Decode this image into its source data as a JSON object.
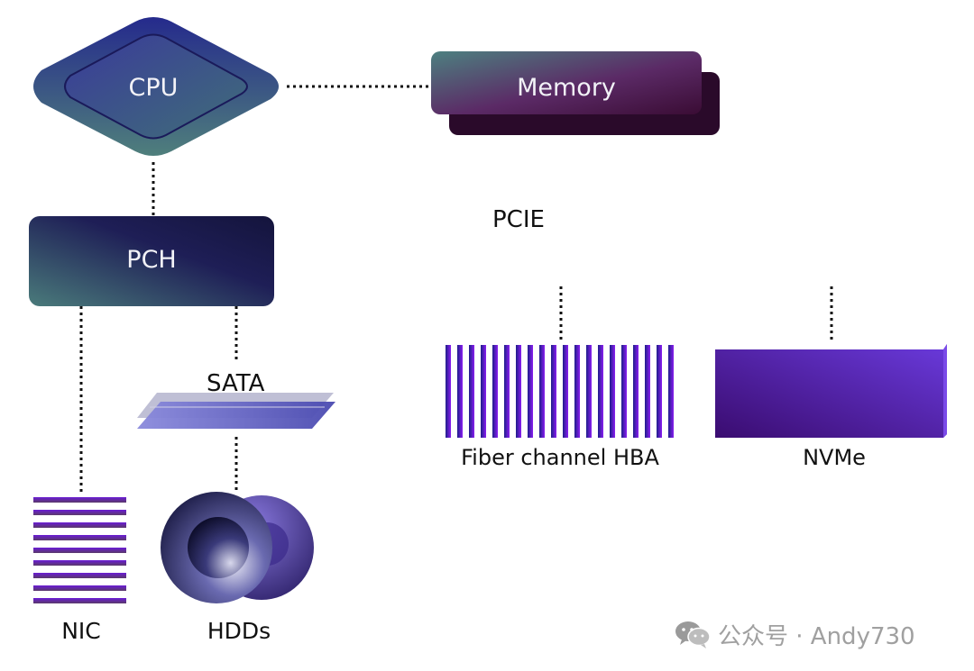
{
  "nodes": {
    "cpu": "CPU",
    "memory": "Memory",
    "pch": "PCH",
    "pcie": "PCIE",
    "sata": "SATA",
    "fiber": "Fiber channel HBA",
    "nvme": "NVMe",
    "nic": "NIC",
    "hdds": "HDDs"
  },
  "watermark": {
    "text": "公众号 · Andy730",
    "icon": "wechat-icon"
  },
  "colors": {
    "purple": "#6a1bd6",
    "navy": "#1c1c5a",
    "teal": "#4f7a7a",
    "plum": "#4a1240"
  }
}
